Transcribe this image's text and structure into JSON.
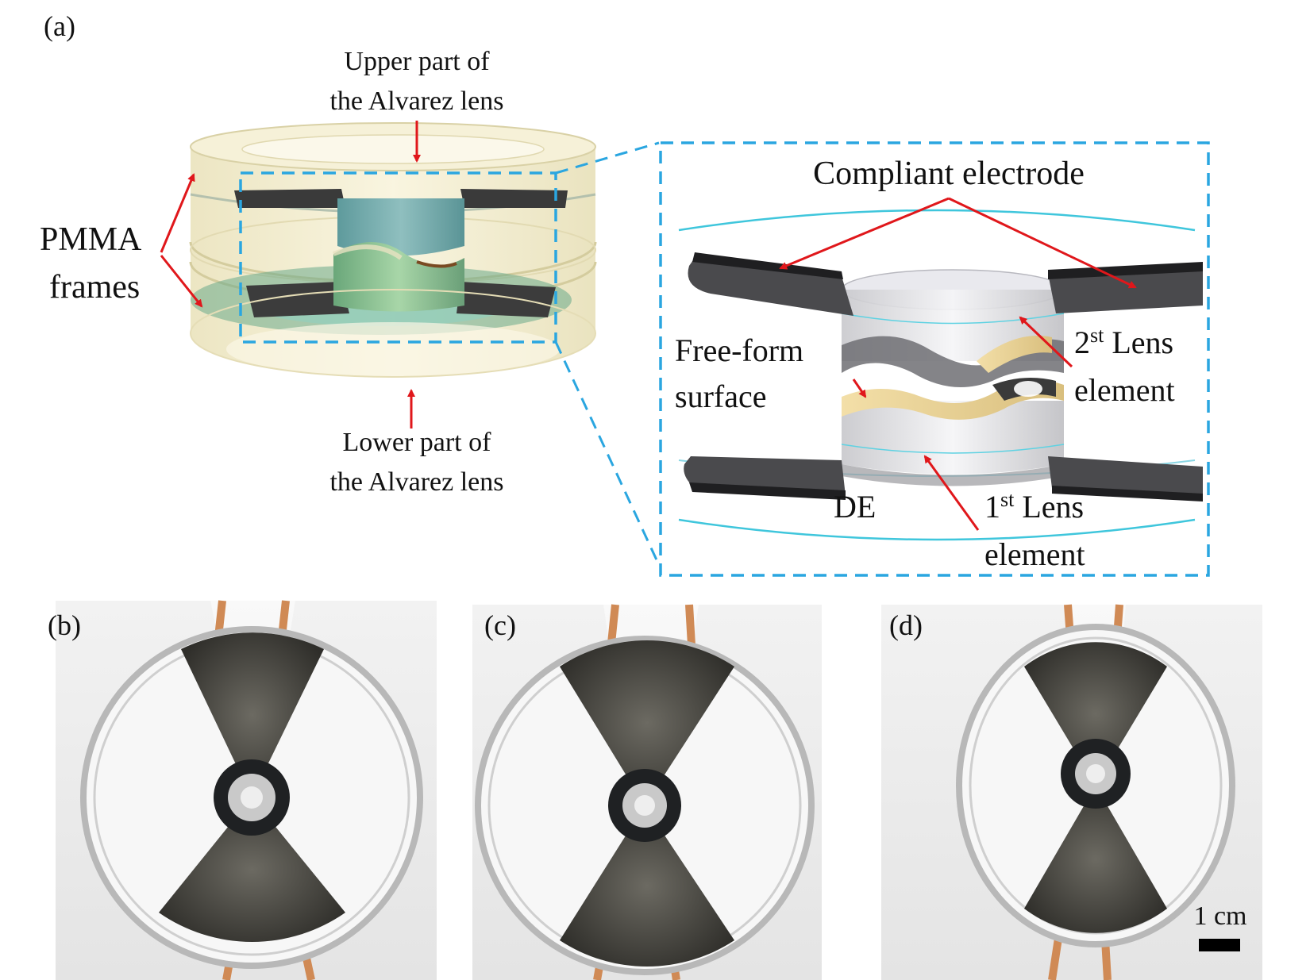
{
  "panels": {
    "a": "(a)",
    "b": "(b)",
    "c": "(c)",
    "d": "(d)"
  },
  "labels": {
    "upper_1": "Upper part of",
    "upper_2": "the Alvarez lens",
    "lower_1": "Lower part of",
    "lower_2": "the Alvarez lens",
    "pmma_1": "PMMA",
    "pmma_2": "frames",
    "compliant": "Compliant electrode",
    "freeform_1": "Free-form",
    "freeform_2": "surface",
    "lens2_num": "2",
    "lens2_sup": "st",
    "lens2_word": " Lens",
    "lens2_2": "element",
    "lens1_num": "1",
    "lens1_sup": "st",
    "lens1_word": " Lens",
    "lens1_2": "element",
    "de": "DE",
    "scale": "1 cm"
  },
  "colors": {
    "arrow": "#e0171b",
    "dash": "#2aa6e0",
    "frame": "#efe7bf",
    "electrode": "#2a2a2a",
    "lens_green": "#7fbf8e",
    "lens_teal": "#6aa6a6"
  }
}
